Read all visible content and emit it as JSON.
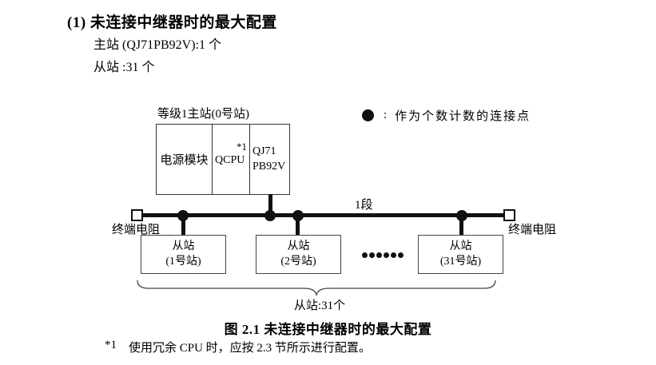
{
  "header": {
    "title": "(1) 未连接中继器时的最大配置",
    "master_line": "主站 (QJ71PB92V):1 个",
    "slave_line": "从站 :31 个"
  },
  "diagram": {
    "master_label": "等级1主站(0号站)",
    "master_unit": {
      "power_module": "电源模块",
      "cpu": "QCPU",
      "cpu_footnote_ref": "*1",
      "network_module_line1": "QJ71",
      "network_module_line2": "PB92V"
    },
    "legend": {
      "colon": ":",
      "text": "作为个数计数的连接点"
    },
    "segment_label": "1段",
    "left_terminator_label": "终端电阻",
    "right_terminator_label": "终端电阻",
    "slaves": [
      {
        "name": "从站",
        "station": "(1号站)"
      },
      {
        "name": "从站",
        "station": "(2号站)"
      },
      {
        "name": "从站",
        "station": "(31号站)"
      }
    ],
    "slave_total_label": "从站:31个"
  },
  "caption": "图 2.1 未连接中继器时的最大配置",
  "footnote": {
    "marker": "*1",
    "text": "使用冗余 CPU 时，应按 2.3 节所示进行配置。"
  }
}
